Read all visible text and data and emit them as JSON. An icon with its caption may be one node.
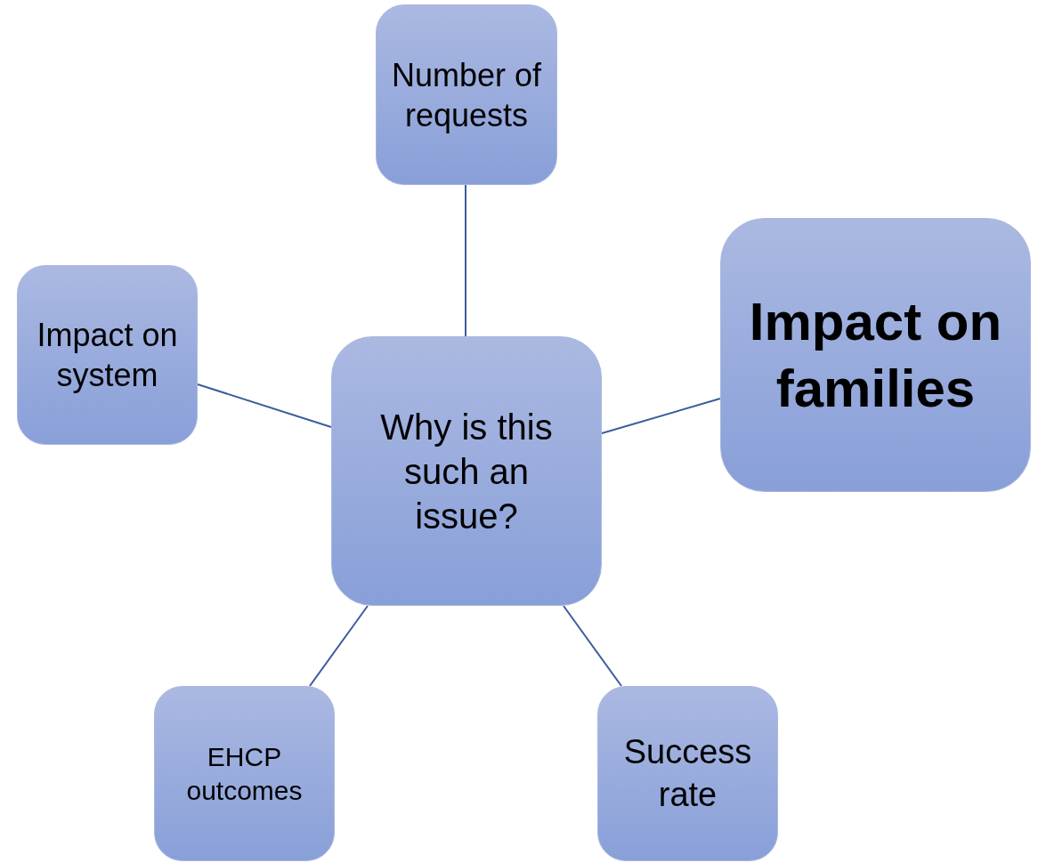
{
  "diagram": {
    "nodes": [
      {
        "text": [
          "Number of requests"
        ]
      },
      {
        "text": [
          "Impact on system"
        ]
      },
      {
        "text": [
          "Why is this such an issue?"
        ]
      },
      {
        "text": [
          "Impact on families"
        ]
      },
      {
        "text": [
          "EHCP outcomes"
        ]
      },
      {
        "text": [
          "Success rate"
        ]
      }
    ],
    "edges": [
      {
        "from": 2,
        "to": 0,
        "arrow": "none"
      },
      {
        "from": 2,
        "to": 1,
        "arrow": "none"
      },
      {
        "from": 2,
        "to": 3,
        "arrow": "none"
      },
      {
        "from": 2,
        "to": 4,
        "arrow": "none"
      },
      {
        "from": 2,
        "to": 5,
        "arrow": "none"
      }
    ]
  }
}
